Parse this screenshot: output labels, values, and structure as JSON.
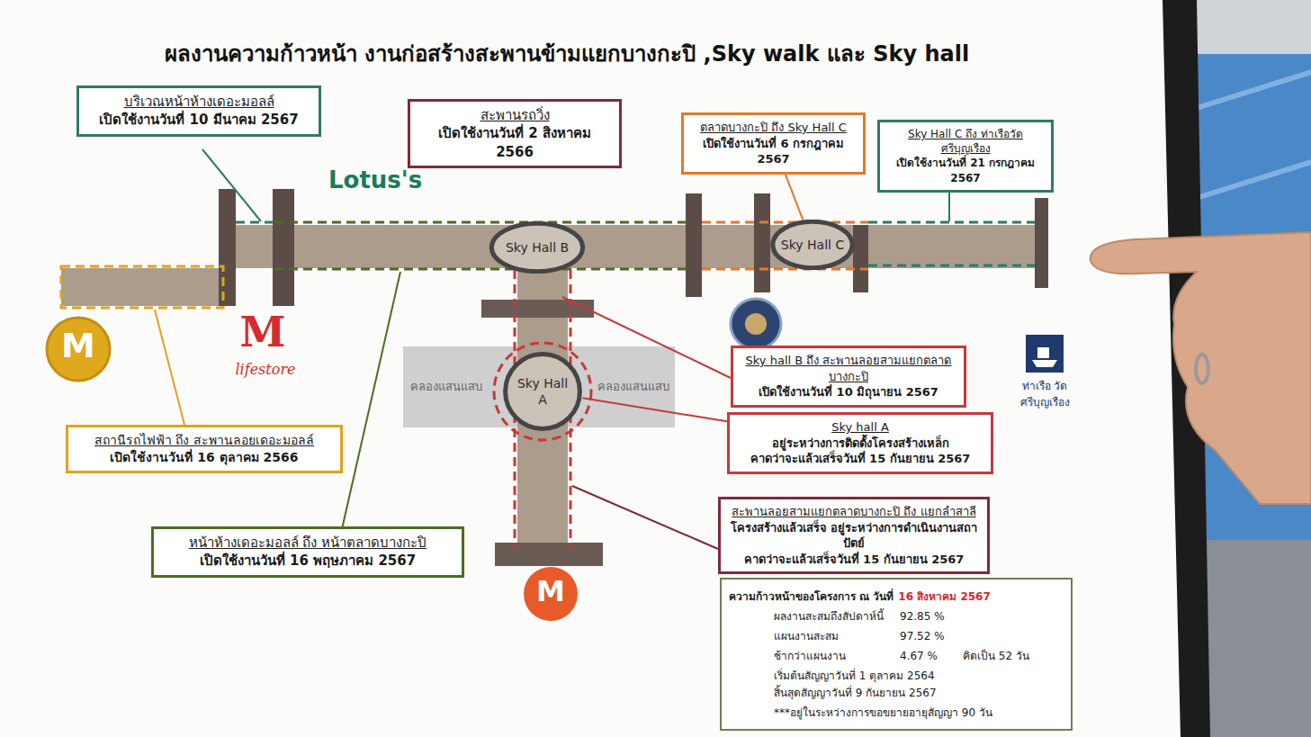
{
  "diagram": {
    "title": "ผลงานความก้าวหน้า งานก่อสร้างสะพานข้ามแยกบางกะปิ ,Sky walk และ Sky hall",
    "nodes": [
      {
        "text": [
          "บริเวณหน้าห้างเดอะมอลล์",
          "เปิดใช้งานวันที่ 10 มีนาคม 2567"
        ]
      },
      {
        "text": [
          "สะพานรถวิ่ง",
          "เปิดใช้งานวันที่ 2 สิงหาคม 2566"
        ]
      },
      {
        "text": [
          "ตลาดบางกะปิ ถึง Sky Hall C",
          "เปิดใช้งานวันที่ 6 กรกฎาคม 2567"
        ]
      },
      {
        "text": [
          "Sky Hall C ถึง ท่าเรือวัดศรีบุญเรือง",
          "เปิดใช้งานวันที่ 21 กรกฎาคม 2567"
        ]
      },
      {
        "text": [
          "Sky Hall B"
        ]
      },
      {
        "text": [
          "Sky Hall C"
        ]
      },
      {
        "text": [
          "คลองแสนแสบ",
          "คลองแสนแสบ"
        ]
      },
      {
        "text": [
          "Sky Hall A"
        ]
      },
      {
        "text": [
          "Sky hall B ถึง สะพานลอยสามแยกตลาดบางกะปิ",
          "เปิดใช้งานวันที่ 10 มิถุนายน 2567"
        ]
      },
      {
        "text": [
          "Sky hall A",
          "อยู่ระหว่างการติดตั้งโครงสร้างเหล็ก",
          "คาดว่าจะแล้วเสร็จวันที่ 15 กันยายน 2567"
        ]
      },
      {
        "text": [
          "สถานีรถไฟฟ้า ถึง สะพานลอยเดอะมอลล์",
          "เปิดใช้งานวันที่ 16 ตุลาคม 2566"
        ]
      },
      {
        "text": [
          "หน้าห้างเดอะมอลล์ ถึง หน้าตลาดบางกะปิ",
          "เปิดใช้งานวันที่ 16 พฤษภาคม 2567"
        ]
      },
      {
        "text": [
          "สะพานลอยสามแยกตลาดบางกะปิ ถึง แยกลำสาลี",
          "โครงสร้างแล้วเสร็จ อยู่ระหว่างการดำเนินงานสถาปัตย์",
          "คาดว่าจะแล้วเสร็จวันที่ 15 กันยายน 2567"
        ]
      },
      {
        "text": [
          "ความก้าวหน้าของโครงการ ณ วันที่",
          "16 สิงหาคม 2567",
          "ผลงานสะสมถึงสัปดาห์นี้",
          "92.85 %",
          "แผนงานสะสม",
          "97.52 %",
          "ช้ากว่าแผนงาน",
          "4.67 %",
          "คิดเป็น 52 วัน",
          "เริ่มต้นสัญญาวันที่ 1 ตุลาคม 2564",
          "สิ้นสุดสัญญาวันที่ 9 กันยายน 2567",
          "***อยู่ในระหว่างการขอขยายอายุสัญญา 90 วัน"
        ]
      }
    ],
    "edges": [
      {
        "from": 2,
        "to": 5,
        "arrow": "none"
      },
      {
        "from": 9,
        "to": 7,
        "arrow": "none"
      }
    ],
    "labels": [
      "Lotus's",
      "M",
      "M",
      "lifestore",
      "M",
      "ท่าเรือ วัดศรีบุญเรือง"
    ]
  }
}
